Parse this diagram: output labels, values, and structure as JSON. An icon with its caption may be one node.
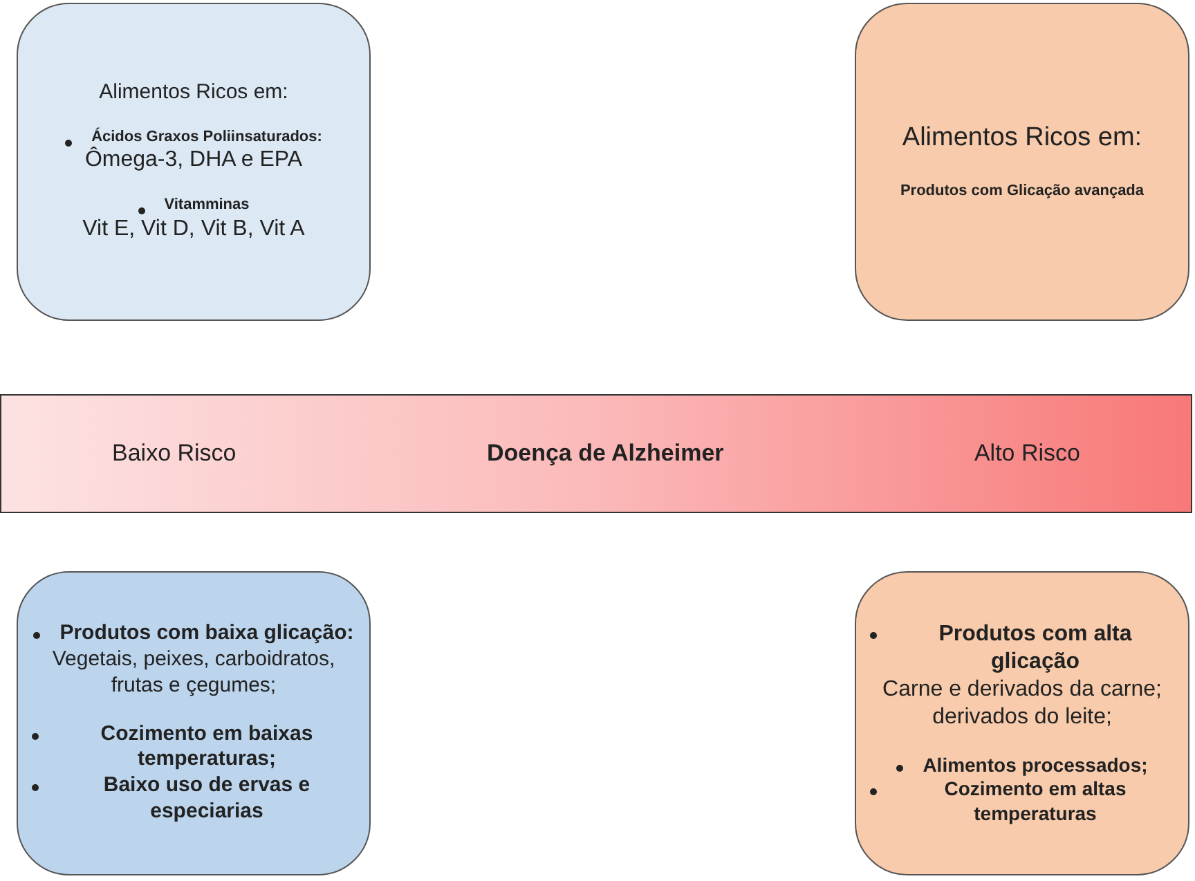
{
  "diagram": {
    "nodes": [
      {
        "text": [
          "Alimentos Ricos em:",
          "Ácidos Graxos Poliinsaturados:",
          "Ômega-3, DHA e EPA",
          "Vitamminas",
          "Vit E, Vit D, Vit B, Vit A"
        ]
      },
      {
        "text": [
          "Alimentos Ricos em:",
          "Produtos com Glicação avançada"
        ]
      },
      {
        "text": [
          "Baixo Risco",
          "Doença de Alzheimer",
          "Alto Risco"
        ]
      },
      {
        "text": [
          "Produtos com baixa glicação:",
          "Vegetais, peixes, carboidratos, frutas e çegumes;",
          "Cozimento em baixas temperaturas;",
          "Baixo uso de ervas e especiarias"
        ]
      },
      {
        "text": [
          "Produtos com alta glicação",
          "Carne e derivados da carne; derivados do leite;",
          "Alimentos processados;",
          "Cozimento em altas temperaturas"
        ]
      }
    ]
  }
}
